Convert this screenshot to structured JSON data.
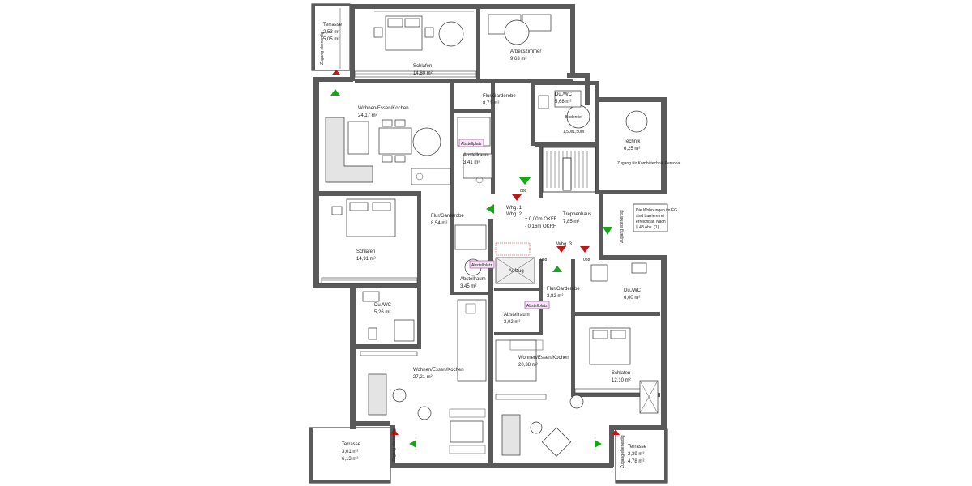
{
  "plan": {
    "rooms": [
      {
        "id": "terrasse-nw",
        "name": "Terrasse",
        "area1": "2,53 m²",
        "area2": "5,05 m²"
      },
      {
        "id": "schlafen-top",
        "name": "Schlafen",
        "area": "14,80 m²"
      },
      {
        "id": "arbeitszimmer",
        "name": "Arbeitszimmer",
        "area": "9,63 m²"
      },
      {
        "id": "wohnen-top",
        "name": "Wohnen/Essen/Kochen",
        "area": "24,17 m²"
      },
      {
        "id": "flur-top",
        "name": "Flur/Garderobe",
        "area": "8,71 m²"
      },
      {
        "id": "duwc-top",
        "name": "Du./WC",
        "area": "5,68 m²"
      },
      {
        "id": "abstell-top",
        "name": "Abstellraum",
        "area": "3,41 m²"
      },
      {
        "id": "technik",
        "name": "Technik",
        "area": "6,25 m²"
      },
      {
        "id": "schlafen-left",
        "name": "Schlafen",
        "area": "14,91 m²"
      },
      {
        "id": "flur-left",
        "name": "Flur/Garderobe",
        "area": "8,54 m²"
      },
      {
        "id": "treppenhaus",
        "name": "Treppenhaus",
        "area": "7,85 m²"
      },
      {
        "id": "abstell-left",
        "name": "Abstellraum",
        "area": "3,45 m²"
      },
      {
        "id": "duwc-left",
        "name": "Du./WC",
        "area": "5,26 m²"
      },
      {
        "id": "flur-right",
        "name": "Flur/Garderobe",
        "area": "3,82 m²"
      },
      {
        "id": "abstell-right",
        "name": "Abstellraum",
        "area": "3,02 m²"
      },
      {
        "id": "duwc-right",
        "name": "Du./WC",
        "area": "6,00 m²"
      },
      {
        "id": "wohnen-left",
        "name": "Wohnen/Essen/Kochen",
        "area": "27,21 m²"
      },
      {
        "id": "wohnen-right",
        "name": "Wohnen/Essen/Kochen",
        "area": "20,38 m²"
      },
      {
        "id": "schlafen-right",
        "name": "Schlafen",
        "area": "12,10 m²"
      },
      {
        "id": "terrasse-sw",
        "name": "Terrasse",
        "area1": "3,01 m²",
        "area2": "6,13 m²"
      },
      {
        "id": "terrasse-se",
        "name": "Terrasse",
        "area1": "2,39 m²",
        "area2": "4,78 m²"
      }
    ],
    "apartments": {
      "w1": "Whg. 1",
      "w2": "Whg. 2",
      "w3": "Whg. 3"
    },
    "levels": {
      "okff": "± 0,00m OKFF",
      "okrf": "- 0,16m OKRF"
    },
    "aufzug": "Aufzug",
    "bodentief": {
      "title": "Bodentief",
      "size": "1,50x1,50m"
    },
    "technik_note": "Zugang für Kombi-technik Personal",
    "barrierefrei_note": [
      "Die Wohnungen im EG",
      "sind barrierefrei",
      "erreichbar. Nach",
      "§ 48 Abs. (1)"
    ],
    "zugang_label": "Zugang ebenerdig",
    "abstellplatz_label": "Abstellplatz",
    "door_marks": {
      "d1": "088",
      "d2": "088",
      "d3": "088"
    }
  }
}
